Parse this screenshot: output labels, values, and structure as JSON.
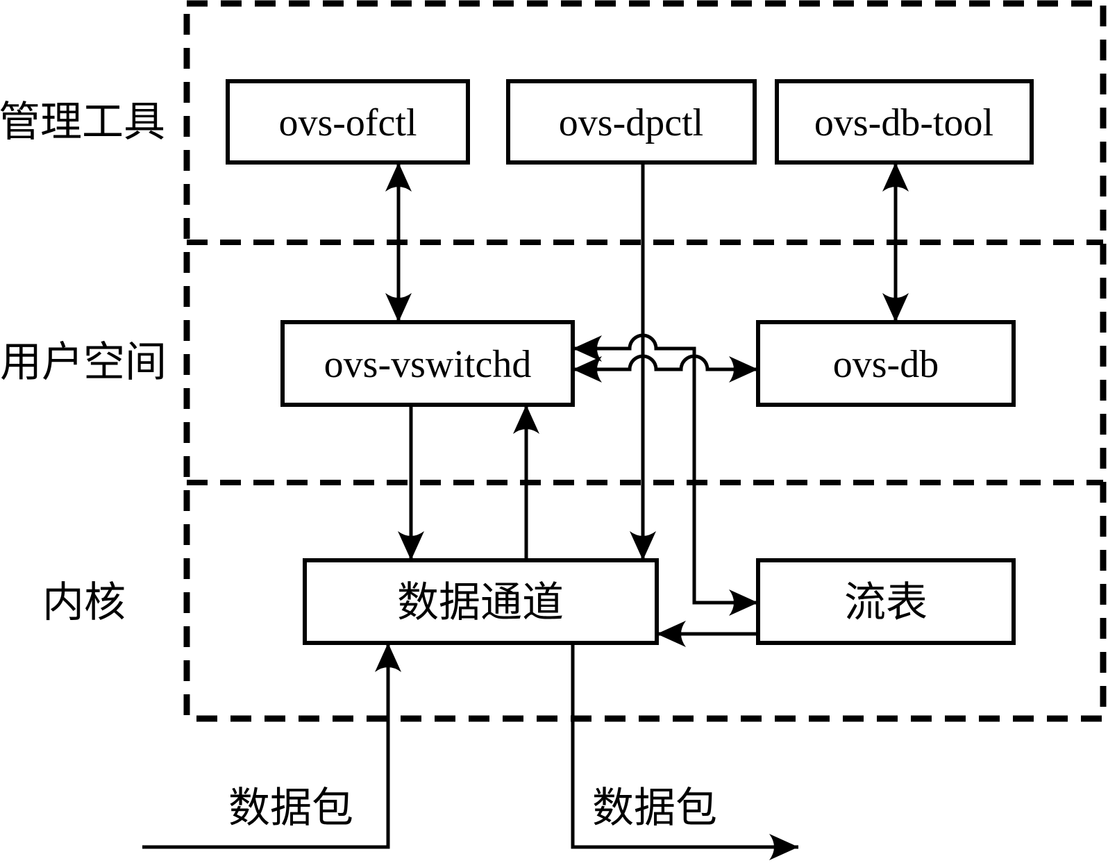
{
  "diagram": {
    "title": "Open vSwitch architecture diagram",
    "layers": {
      "management": "管理工具",
      "userspace": "用户空间",
      "kernel": "内核"
    },
    "nodes": {
      "ovs_ofctl": "ovs-ofctl",
      "ovs_dpctl": "ovs-dpctl",
      "ovs_db_tool": "ovs-db-tool",
      "ovs_vswitchd": "ovs-vswitchd",
      "ovs_db": "ovs-db",
      "data_channel": "数据通道",
      "flow_table": "流表"
    },
    "annotations": {
      "packet_in": "数据包",
      "packet_out": "数据包"
    },
    "edges": [
      {
        "from": "ovs-ofctl",
        "to": "ovs-vswitchd",
        "direction": "bidirectional"
      },
      {
        "from": "ovs-db-tool",
        "to": "ovs-db",
        "direction": "bidirectional"
      },
      {
        "from": "ovs-dpctl",
        "to": "数据通道",
        "direction": "down"
      },
      {
        "from": "ovs-vswitchd",
        "to": "ovs-db",
        "direction": "bidirectional"
      },
      {
        "from": "ovs-vswitchd",
        "to": "流表",
        "direction": "bidirectional"
      },
      {
        "from": "ovs-vswitchd",
        "to": "数据通道",
        "direction": "down"
      },
      {
        "from": "数据通道",
        "to": "ovs-vswitchd",
        "direction": "up"
      },
      {
        "from": "流表",
        "to": "数据通道",
        "direction": "left"
      },
      {
        "from": "数据包",
        "to": "数据通道",
        "direction": "in"
      },
      {
        "from": "数据通道",
        "to": "数据包",
        "direction": "out"
      }
    ],
    "colors": {
      "stroke": "#000000",
      "background": "#ffffff",
      "box_fill": "#ffffff"
    }
  }
}
